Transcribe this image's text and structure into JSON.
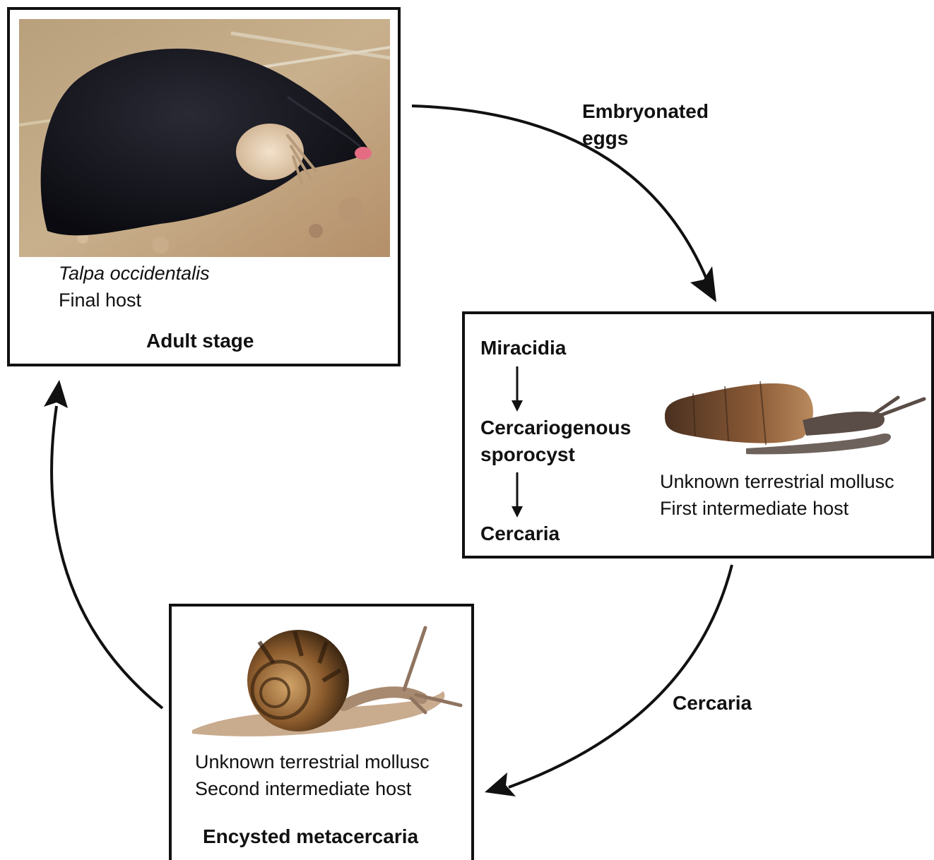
{
  "final_host": {
    "species": "Talpa occidentalis",
    "role": "Final host",
    "stage": "Adult stage",
    "photo_icon": "mole-photo"
  },
  "first_intermediate": {
    "steps": [
      "Miracidia",
      "Cercariogenous",
      "sporocyst",
      "Cercaria"
    ],
    "host_name": "Unknown terrestrial mollusc",
    "host_role": "First intermediate host",
    "photo_icon": "slender-snail-photo"
  },
  "second_intermediate": {
    "host_name": "Unknown terrestrial mollusc",
    "host_role": "Second intermediate host",
    "stage": "Encysted metacercaria",
    "photo_icon": "garden-snail-photo"
  },
  "arrows": {
    "eggs_label_line1": "Embryonated",
    "eggs_label_line2": "eggs",
    "cercaria_label": "Cercaria"
  }
}
